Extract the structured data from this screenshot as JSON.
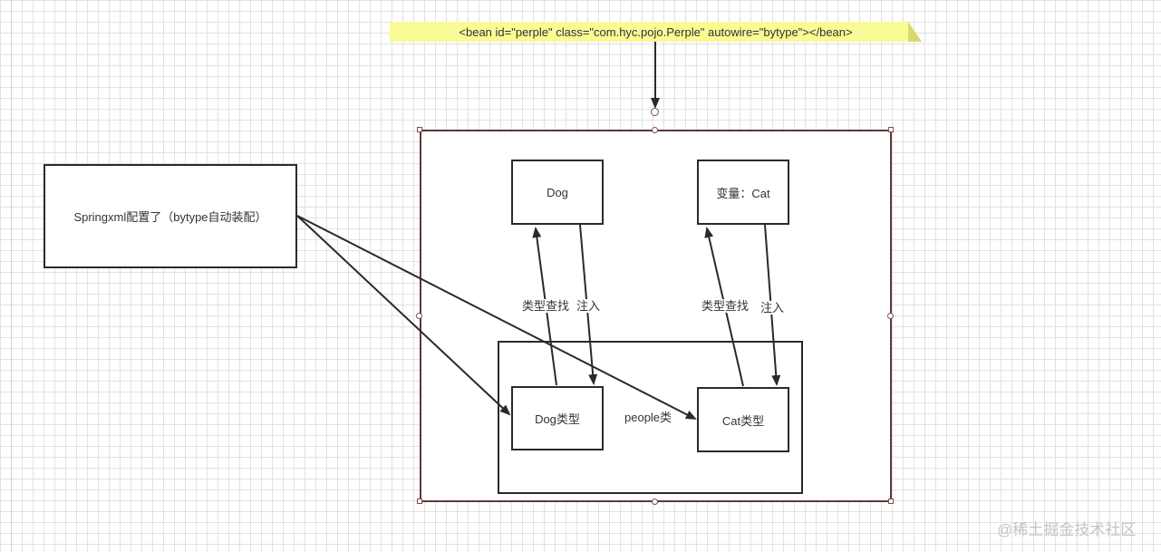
{
  "note": {
    "text": "<bean id=\"perple\" class=\"com.hyc.pojo.Perple\" autowire=\"bytype\"></bean>"
  },
  "nodes": {
    "spring_xml": "Springxml配置了（bytype自动装配）",
    "dog": "Dog",
    "cat_var": "变量：Cat",
    "dog_type": "Dog类型",
    "cat_type": "Cat类型",
    "people_class": "people类"
  },
  "edge_labels": {
    "dog_lookup": "类型查找",
    "dog_inject": "注入",
    "cat_lookup": "类型查找",
    "cat_inject": "注入"
  },
  "watermark": "@稀土掘金技术社区",
  "colors": {
    "note_fill": "#fafa96",
    "stroke": "#2a2a2a",
    "selection_handle": "#8a4a4a",
    "grid": "#e2e2e2"
  }
}
